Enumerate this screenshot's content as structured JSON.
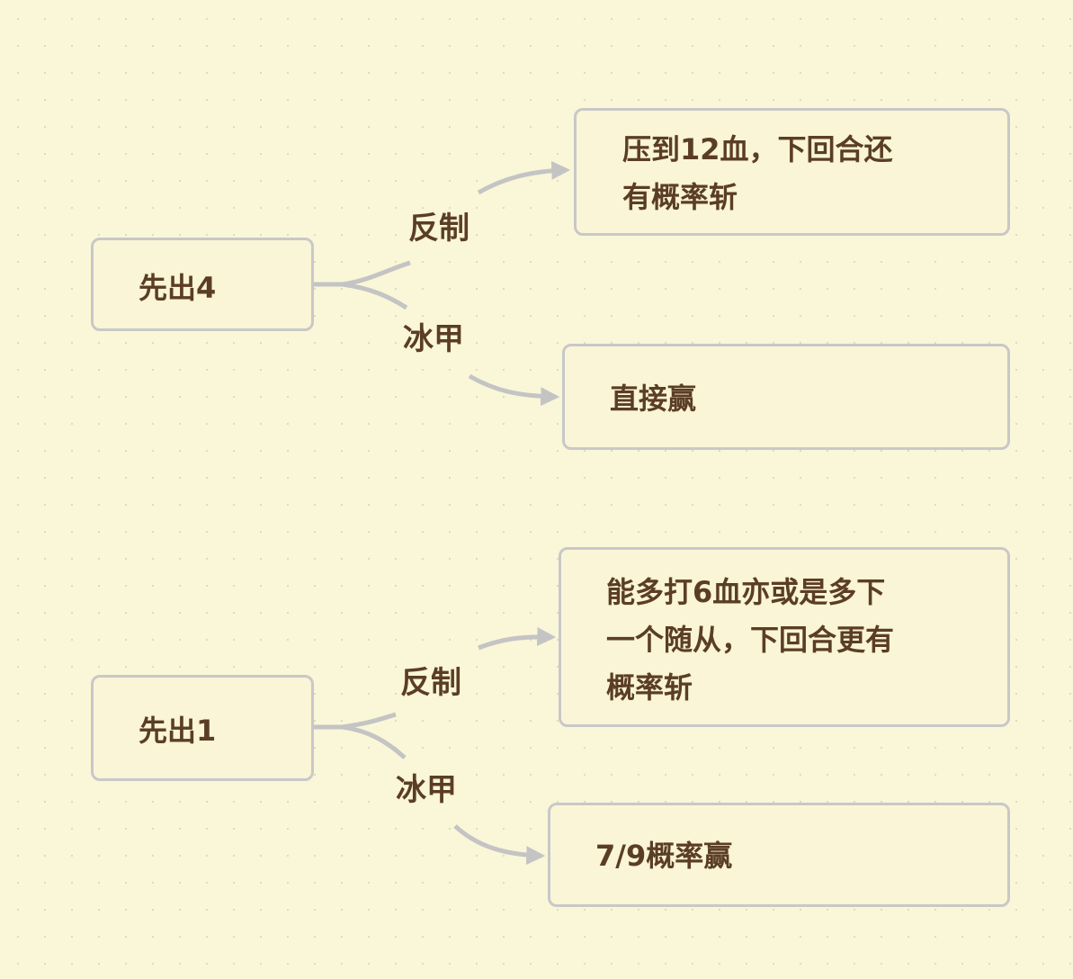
{
  "trees": [
    {
      "root": {
        "label": "先出4"
      },
      "branches": [
        {
          "label": "反制",
          "result_lines": [
            "压到12血，下回合还",
            "有概率斩"
          ]
        },
        {
          "label": "冰甲",
          "result_lines": [
            "直接赢"
          ]
        }
      ]
    },
    {
      "root": {
        "label": "先出1"
      },
      "branches": [
        {
          "label": "反制",
          "result_lines": [
            "能多打6血亦或是多下",
            "一个随从，下回合更有",
            "概率斩"
          ]
        },
        {
          "label": "冰甲",
          "result_lines": [
            "7/9概率赢"
          ]
        }
      ]
    }
  ],
  "colors": {
    "background": "#faf6d8",
    "node_fill": "#f9f5d6",
    "node_border": "#c8c8c8",
    "connector": "#c4c4c4",
    "text": "#5b3d25"
  }
}
